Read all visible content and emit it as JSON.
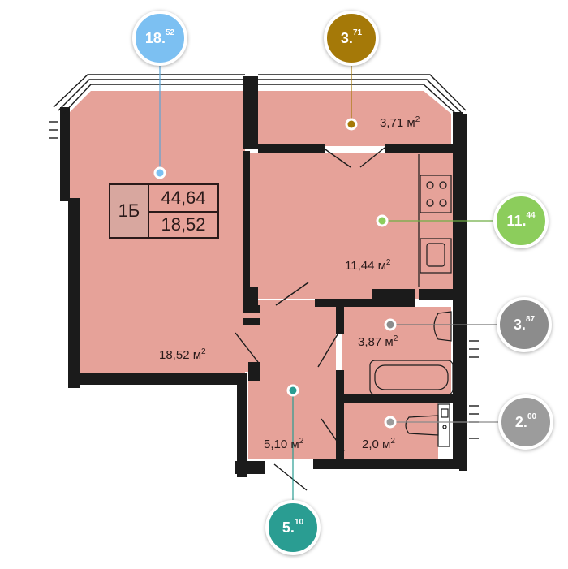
{
  "apartment": {
    "type": "1Б",
    "total_area": "44,64",
    "living_area": "18,52"
  },
  "rooms": [
    {
      "id": "living",
      "label_main": "18,52 м",
      "label_sup": "2",
      "badge_int": "18.",
      "badge_dec": "52",
      "color": "#7cc0f2"
    },
    {
      "id": "balcony",
      "label_main": "3,71 м",
      "label_sup": "2",
      "badge_int": "3.",
      "badge_dec": "71",
      "color": "#a57908"
    },
    {
      "id": "kitchen",
      "label_main": "11,44 м",
      "label_sup": "2",
      "badge_int": "11.",
      "badge_dec": "44",
      "color": "#8ccd5c"
    },
    {
      "id": "bathroom",
      "label_main": "3,87 м",
      "label_sup": "2",
      "badge_int": "3.",
      "badge_dec": "87",
      "color": "#8c8c8c"
    },
    {
      "id": "toilet",
      "label_main": "2,0 м",
      "label_sup": "2",
      "badge_int": "2.",
      "badge_dec": "00",
      "color": "#9c9c9c"
    },
    {
      "id": "hall",
      "label_main": "5,10 м",
      "label_sup": "2",
      "badge_int": "5.",
      "badge_dec": "10",
      "color": "#2a9d92"
    }
  ]
}
